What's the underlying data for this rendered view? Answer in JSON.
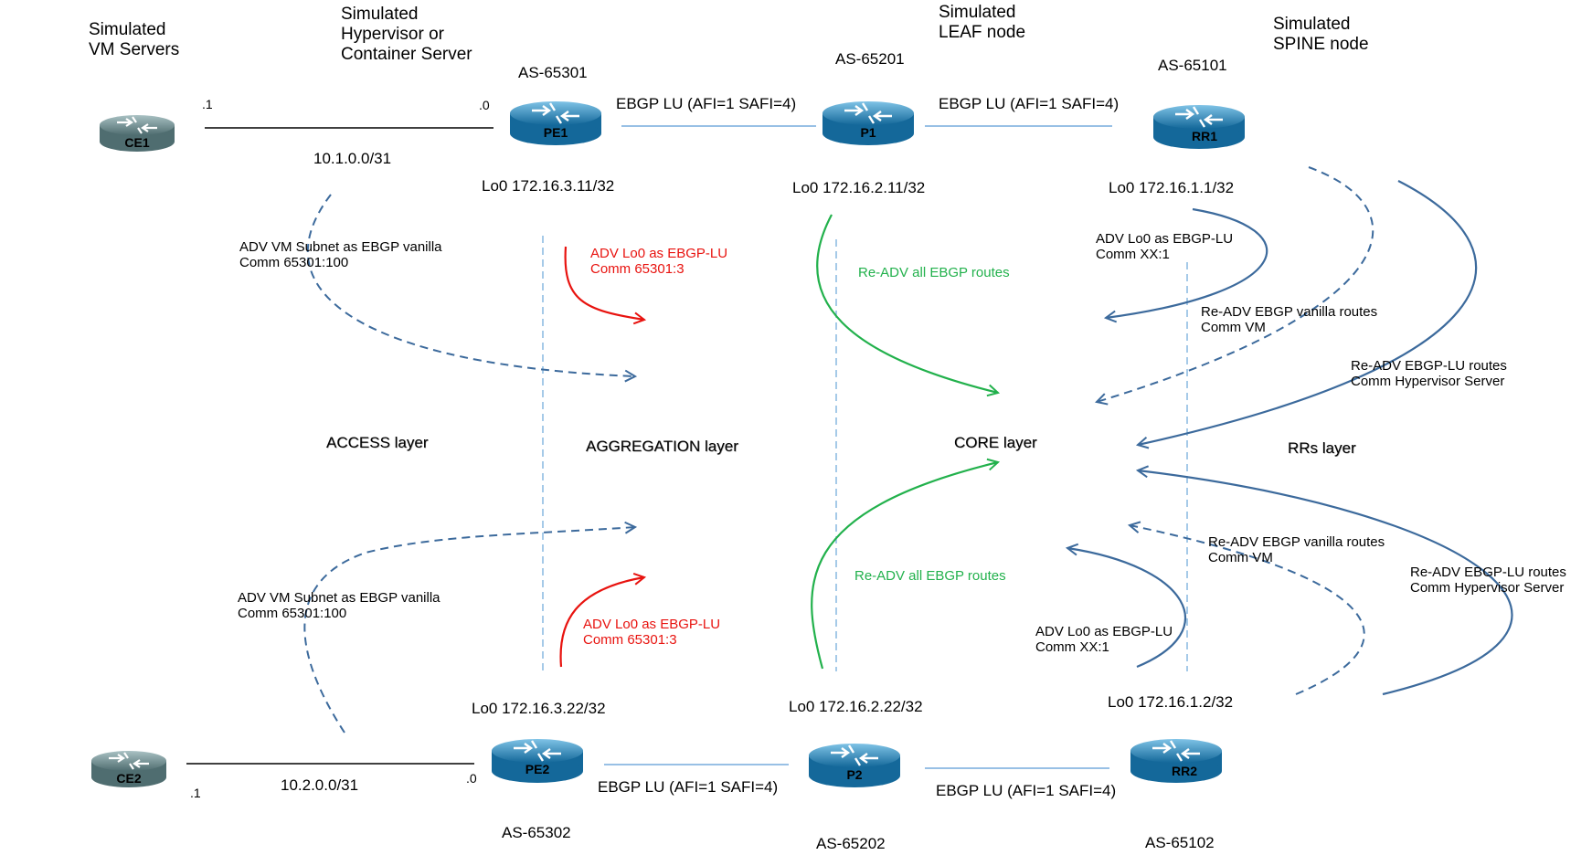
{
  "header": {
    "vm_servers": [
      "Simulated",
      "VM Servers"
    ],
    "hypervisor": [
      "Simulated",
      "Hypervisor or",
      "Container Server"
    ],
    "leaf": [
      "Simulated",
      "LEAF node"
    ],
    "spine": [
      "Simulated",
      "SPINE node"
    ]
  },
  "nodes": {
    "ce1": {
      "label": "CE1",
      "color": "#6f8e91"
    },
    "ce2": {
      "label": "CE2",
      "color": "#6f8e91"
    },
    "pe1": {
      "label": "PE1",
      "as": "AS-65301",
      "lo0": "Lo0 172.16.3.11/32",
      "color": "#1f8fc1"
    },
    "p1": {
      "label": "P1",
      "as": "AS-65201",
      "lo0": "Lo0 172.16.2.11/32",
      "color": "#1f8fc1"
    },
    "rr1": {
      "label": "RR1",
      "as": "AS-65101",
      "lo0": "Lo0 172.16.1.1/32",
      "color": "#1f8fc1"
    },
    "pe2": {
      "label": "PE2",
      "as": "AS-65302",
      "lo0": "Lo0 172.16.3.22/32",
      "color": "#1f8fc1"
    },
    "p2": {
      "label": "P2",
      "as": "AS-65202",
      "lo0": "Lo0 172.16.2.22/32",
      "color": "#1f8fc1"
    },
    "rr2": {
      "label": "RR2",
      "as": "AS-65102",
      "lo0": "Lo0 172.16.1.2/32",
      "color": "#1f8fc1"
    }
  },
  "links": {
    "ce1_pe1": {
      "subnet": "10.1.0.0/31",
      "left_ip": ".1",
      "right_ip": ".0"
    },
    "ce2_pe2": {
      "subnet": "10.2.0.0/31",
      "left_ip": ".1",
      "right_ip": ".0"
    },
    "pe1_p1": "EBGP LU (AFI=1 SAFI=4)",
    "p1_rr1": "EBGP LU (AFI=1 SAFI=4)",
    "pe2_p2": "EBGP LU (AFI=1 SAFI=4)",
    "p2_rr2": "EBGP LU (AFI=1 SAFI=4)"
  },
  "layers": {
    "access": "ACCESS layer",
    "aggregation": "AGGREGATION layer",
    "core": "CORE layer",
    "rrs": "RRs layer"
  },
  "annotations": {
    "top_vm": [
      "ADV VM Subnet as EBGP vanilla",
      "Comm 65301:100"
    ],
    "top_lo0": [
      "ADV Lo0 as EBGP-LU",
      "Comm 65301:3"
    ],
    "top_readv_all": "Re-ADV all EBGP routes",
    "top_rr_lo0": [
      "ADV Lo0 as EBGP-LU",
      "Comm XX:1"
    ],
    "top_rr_vanilla": [
      "Re-ADV EBGP vanilla routes",
      "Comm VM"
    ],
    "top_rr_lu": [
      "Re-ADV EBGP-LU routes",
      "Comm Hypervisor Server"
    ],
    "bot_vm": [
      "ADV VM Subnet as EBGP vanilla",
      "Comm 65301:100"
    ],
    "bot_lo0": [
      "ADV Lo0 as EBGP-LU",
      "Comm 65301:3"
    ],
    "bot_readv_all": "Re-ADV all EBGP routes",
    "bot_rr_lo0": [
      "ADV Lo0 as EBGP-LU",
      "Comm XX:1"
    ],
    "bot_rr_vanilla": [
      "Re-ADV EBGP vanilla routes",
      "Comm VM"
    ],
    "bot_rr_lu": [
      "Re-ADV EBGP-LU routes",
      "Comm Hypervisor Server"
    ]
  },
  "colors": {
    "red_arrow": "#e8130f",
    "green_arrow": "#22b14c",
    "blue_arrow": "#3c6a9c",
    "divider": "#6aa7d8",
    "link_line": "#5b9bd5"
  }
}
